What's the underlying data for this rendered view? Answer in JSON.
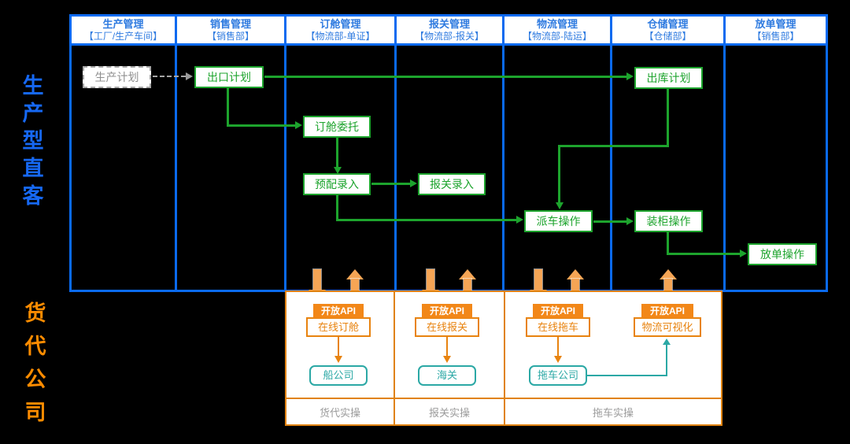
{
  "left_labels": {
    "producer": "生产型直客",
    "forwarder": "货代公司"
  },
  "columns": [
    {
      "title": "生产管理",
      "dept": "【工厂/生产车间】"
    },
    {
      "title": "销售管理",
      "dept": "【销售部】"
    },
    {
      "title": "订舱管理",
      "dept": "【物流部-单证】"
    },
    {
      "title": "报关管理",
      "dept": "【物流部-报关】"
    },
    {
      "title": "物流管理",
      "dept": "【物流部-陆运】"
    },
    {
      "title": "仓储管理",
      "dept": "【仓储部】"
    },
    {
      "title": "放单管理",
      "dept": "【销售部】"
    }
  ],
  "flow_nodes": {
    "production_plan": "生产计划",
    "export_plan": "出口计划",
    "booking_request": "订舱委托",
    "preconfig_entry": "预配录入",
    "customs_entry": "报关录入",
    "truck_dispatch": "派车操作",
    "outbound_plan": "出库计划",
    "container_loading": "装柜操作",
    "release_operation": "放单操作"
  },
  "api_section": {
    "badge_label": "开放API",
    "groups": [
      {
        "service": "在线订舱",
        "partner": "船公司"
      },
      {
        "service": "在线报关",
        "partner": "海关"
      },
      {
        "service": "在线拖车",
        "partner": "拖车公司"
      },
      {
        "service": "物流可视化"
      }
    ],
    "footers": [
      "货代实操",
      "报关实操",
      "拖车实操"
    ]
  },
  "colors": {
    "frame_blue": "#0A6AF0",
    "header_text_blue": "#2F7BE0",
    "flow_green": "#1DA42D",
    "accent_orange": "#E8830F",
    "badge_orange": "#F28718",
    "fat_arrow_orange": "#F5A555",
    "partner_teal": "#2BA8A5",
    "pending_gray": "#8F8F8F",
    "label_blue": "#1668F3",
    "label_orange": "#FF8C00"
  }
}
